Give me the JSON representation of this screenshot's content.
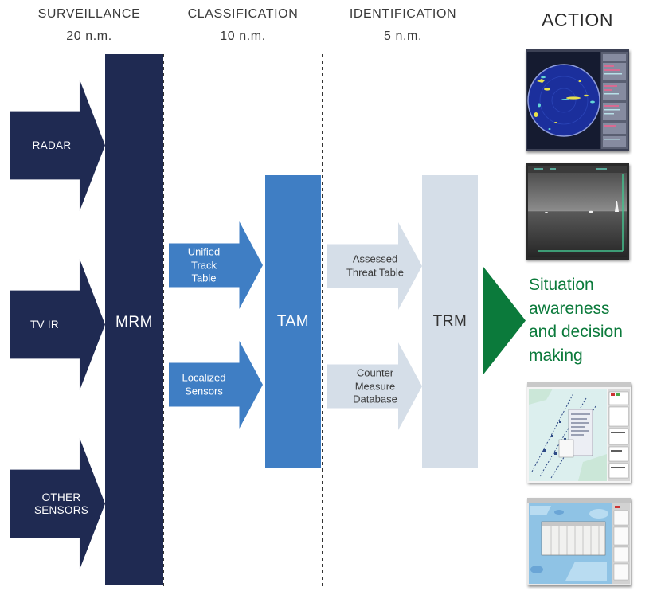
{
  "colors": {
    "navy": "#1f2a52",
    "blue": "#3f7ec4",
    "light": "#d5dee8",
    "green": "#0b7a3b",
    "text": "#333333"
  },
  "columns": {
    "surveillance": {
      "title": "SURVEILLANCE",
      "range": "20 n.m."
    },
    "classification": {
      "title": "CLASSIFICATION",
      "range": "10 n.m."
    },
    "identification": {
      "title": "IDENTIFICATION",
      "range": "5 n.m."
    },
    "action": {
      "title": "ACTION"
    }
  },
  "sensors": {
    "radar": "RADAR",
    "tv_ir": "TV IR",
    "other": "OTHER\nSENSORS"
  },
  "modules": {
    "mrm": "MRM",
    "tam": "TAM",
    "trm": "TRM"
  },
  "flows": {
    "unified_track_table": "Unified\nTrack\nTable",
    "localized_sensors": "Localized\nSensors",
    "assessed_threat_table": "Assessed\nThreat Table",
    "counter_measure_database": "Counter\nMeasure\nDatabase"
  },
  "outcome": "Situation\nawareness\nand decision\nmaking"
}
